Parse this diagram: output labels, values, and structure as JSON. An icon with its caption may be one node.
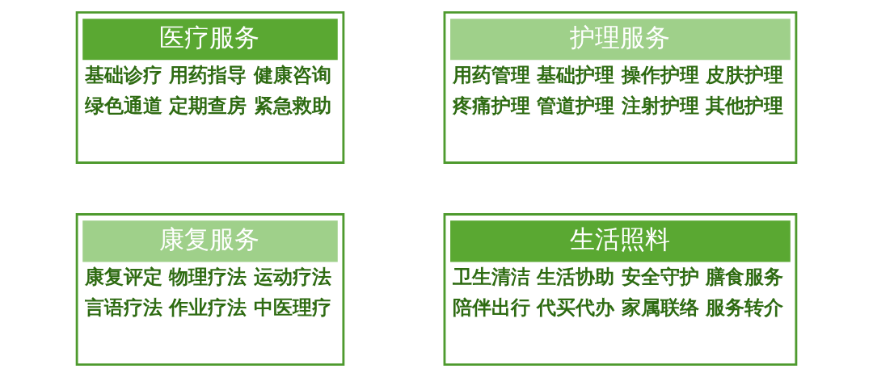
{
  "diagram": {
    "nodes": [
      {
        "text": [
          "医疗服务",
          "基础诊疗 用药指导 健康咨询",
          "绿色通道 定期查房 紧急救助"
        ]
      },
      {
        "text": [
          "护理服务",
          "用药管理 基础护理 操作护理 皮肤护理",
          "疼痛护理 管道护理 注射护理 其他护理"
        ]
      },
      {
        "text": [
          "康复服务",
          "康复评定 物理疗法 运动疗法",
          "言语疗法 作业疗法 中医理疗"
        ]
      },
      {
        "text": [
          "生活照料",
          "卫生清洁 生活协助 安全守护 膳食服务",
          "陪伴出行 代买代办 家属联络 服务转介"
        ]
      }
    ],
    "edges": []
  }
}
